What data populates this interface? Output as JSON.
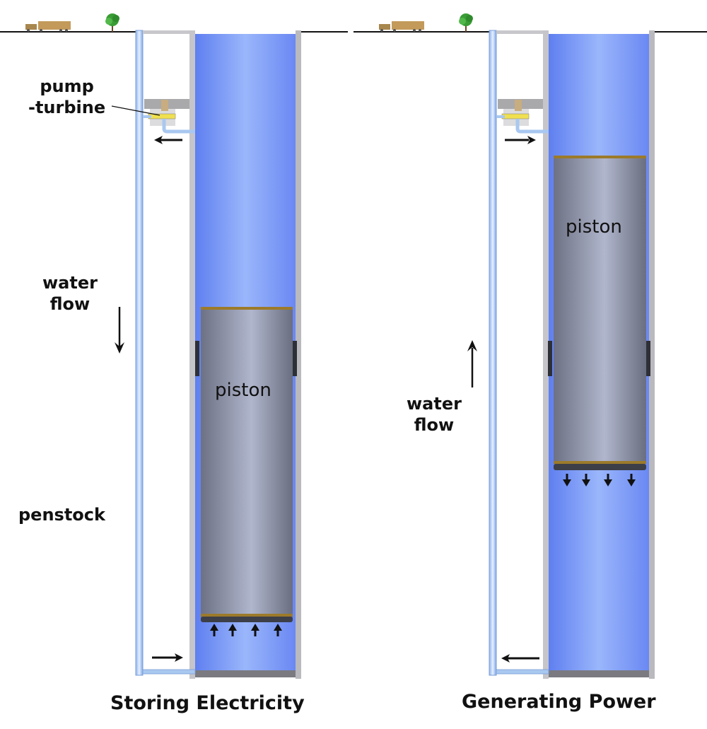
{
  "panels": [
    {
      "id": "storing",
      "title": "Storing Electricity",
      "piston_label": "piston",
      "labels": {
        "pump_turbine": [
          "pump",
          "-turbine"
        ],
        "water_flow": [
          "water",
          "flow"
        ],
        "penstock": "penstock"
      },
      "flow_direction": "down",
      "piston_motion": "up",
      "top_arrow": "left",
      "bottom_arrow": "right"
    },
    {
      "id": "generating",
      "title": "Generating Power",
      "piston_label": "piston",
      "labels": {
        "water_flow": [
          "water",
          "flow"
        ]
      },
      "flow_direction": "up",
      "piston_motion": "down",
      "top_arrow": "right",
      "bottom_arrow": "left"
    }
  ],
  "colors": {
    "water": "#6f8ff5",
    "water_light": "#9db8fb",
    "piston": "#8a90a6",
    "piston_band": "#9c7a2a",
    "shaft_wall": "#c8c8cc",
    "pipe": "#a9c8f0",
    "ground_line": "#111111",
    "turbine_yellow": "#f2e24a",
    "tree": "#3fa63a",
    "truck": "#c8a060"
  }
}
